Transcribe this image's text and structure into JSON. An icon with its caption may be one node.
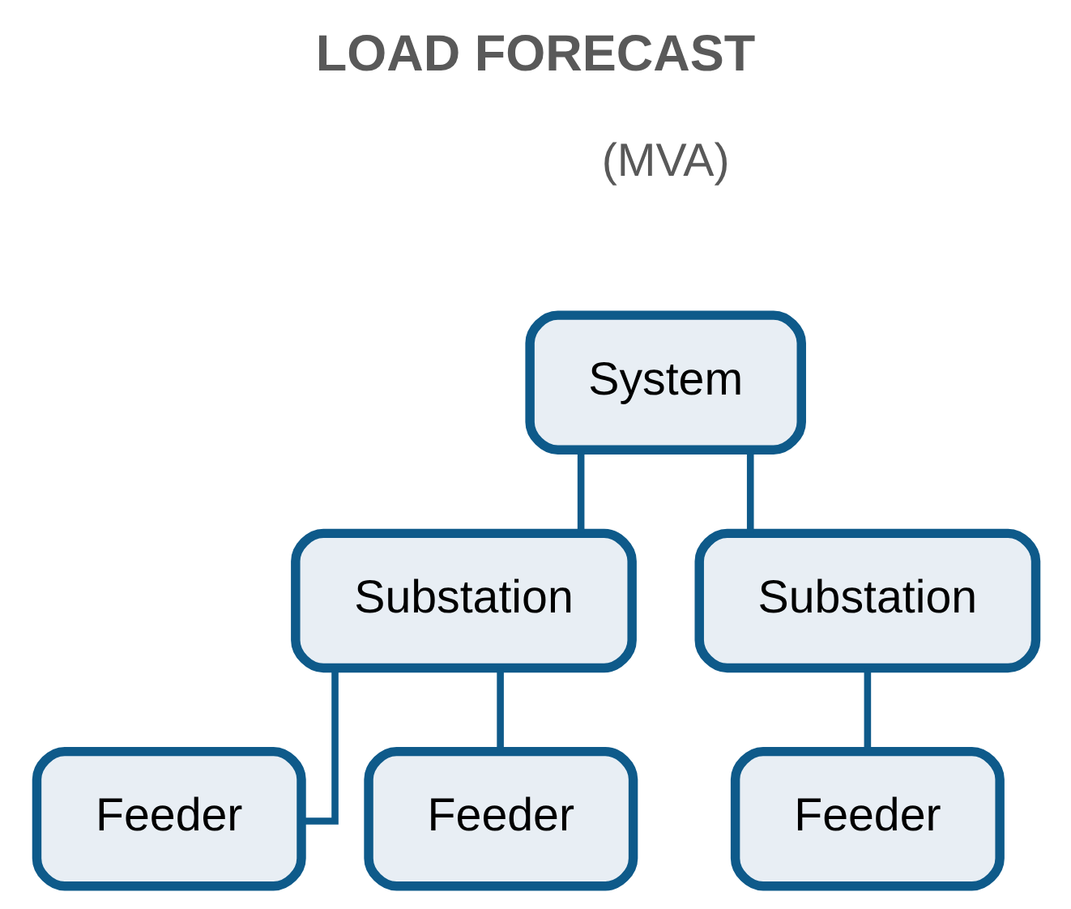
{
  "diagram": {
    "title": "LOAD FORECAST",
    "nodes": [
      {
        "text": [
          "System"
        ]
      },
      {
        "text": [
          "Substation"
        ]
      },
      {
        "text": [
          "Substation"
        ]
      },
      {
        "text": [
          "Feeder"
        ]
      },
      {
        "text": [
          "Feeder"
        ]
      },
      {
        "text": [
          "Feeder"
        ]
      }
    ],
    "edges": [
      {
        "from": 0,
        "to": 1,
        "arrow": "none"
      },
      {
        "from": 0,
        "to": 2,
        "arrow": "none"
      },
      {
        "from": 1,
        "to": 3,
        "arrow": "none"
      },
      {
        "from": 1,
        "to": 4,
        "arrow": "none"
      },
      {
        "from": 2,
        "to": 5,
        "arrow": "none"
      }
    ],
    "labels": [
      "(MVA)"
    ]
  }
}
